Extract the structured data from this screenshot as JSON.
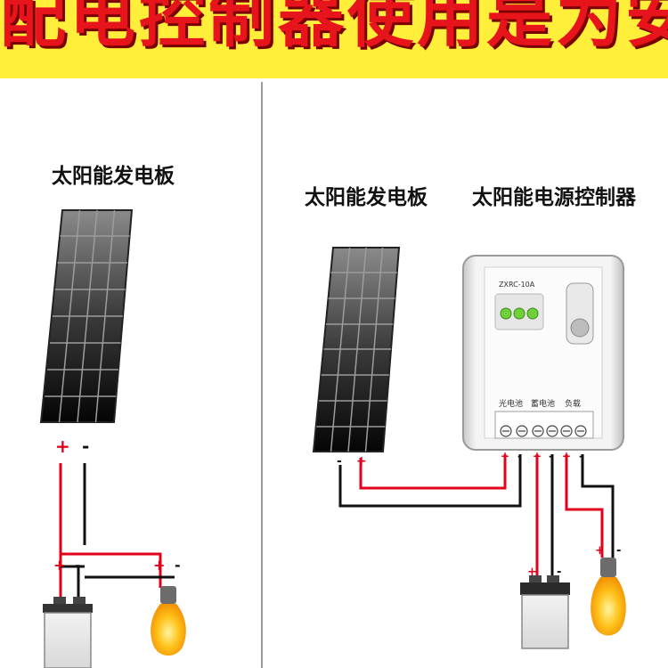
{
  "banner": {
    "title": "配电控制器使用是为安全",
    "color": "#e8141c",
    "background": "#ffee3a"
  },
  "left_diagram": {
    "panel_label": "太阳能发电板",
    "panel_plus": "+",
    "panel_minus": "-",
    "junction_plus": "+",
    "junction_minus": "-",
    "lamp_plus": "+",
    "lamp_minus": "-"
  },
  "right_diagram": {
    "panel_label": "太阳能发电板",
    "controller_label": "太阳能电源控制器",
    "controller_model": "ZXRC-10A",
    "terminal_group_solar": "光电池",
    "terminal_group_battery": "蓄电池",
    "terminal_group_load": "负载",
    "panel_minus": "-",
    "panel_plus": "+",
    "out_plus_1": "+",
    "out_minus_1": "-",
    "out_plus_2": "+",
    "out_minus_2": "-",
    "out_plus_3": "+",
    "out_minus_3": "-",
    "battery_plus": "+",
    "battery_minus": "-",
    "lamp_plus": "+",
    "lamp_minus": "-"
  },
  "colors": {
    "positive_wire": "#e3001b",
    "negative_wire": "#111111",
    "indicator_led": "#6fd13a",
    "bulb": "#ffb300"
  }
}
